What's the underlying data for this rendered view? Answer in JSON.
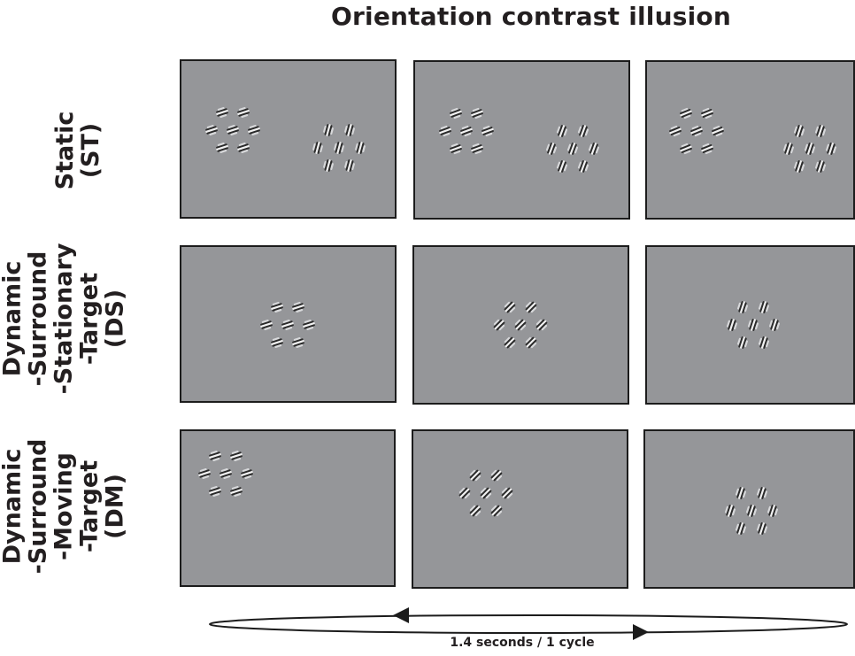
{
  "title": "Orientation contrast illusion",
  "rows": [
    {
      "id": "st",
      "label_lines": [
        "Static",
        "(ST)"
      ]
    },
    {
      "id": "ds",
      "label_lines": [
        "Dynamic",
        "-Surround",
        "-Stationary",
        "-Target",
        "(DS)"
      ]
    },
    {
      "id": "dm",
      "label_lines": [
        "Dynamic",
        "-Surround",
        "-Moving",
        "-Target",
        "(DM)"
      ]
    }
  ],
  "cycle_caption": "1.4 seconds / 1 cycle",
  "colors": {
    "panel_background": "#959699",
    "panel_border": "#1c1c1c",
    "text": "#231f20"
  }
}
